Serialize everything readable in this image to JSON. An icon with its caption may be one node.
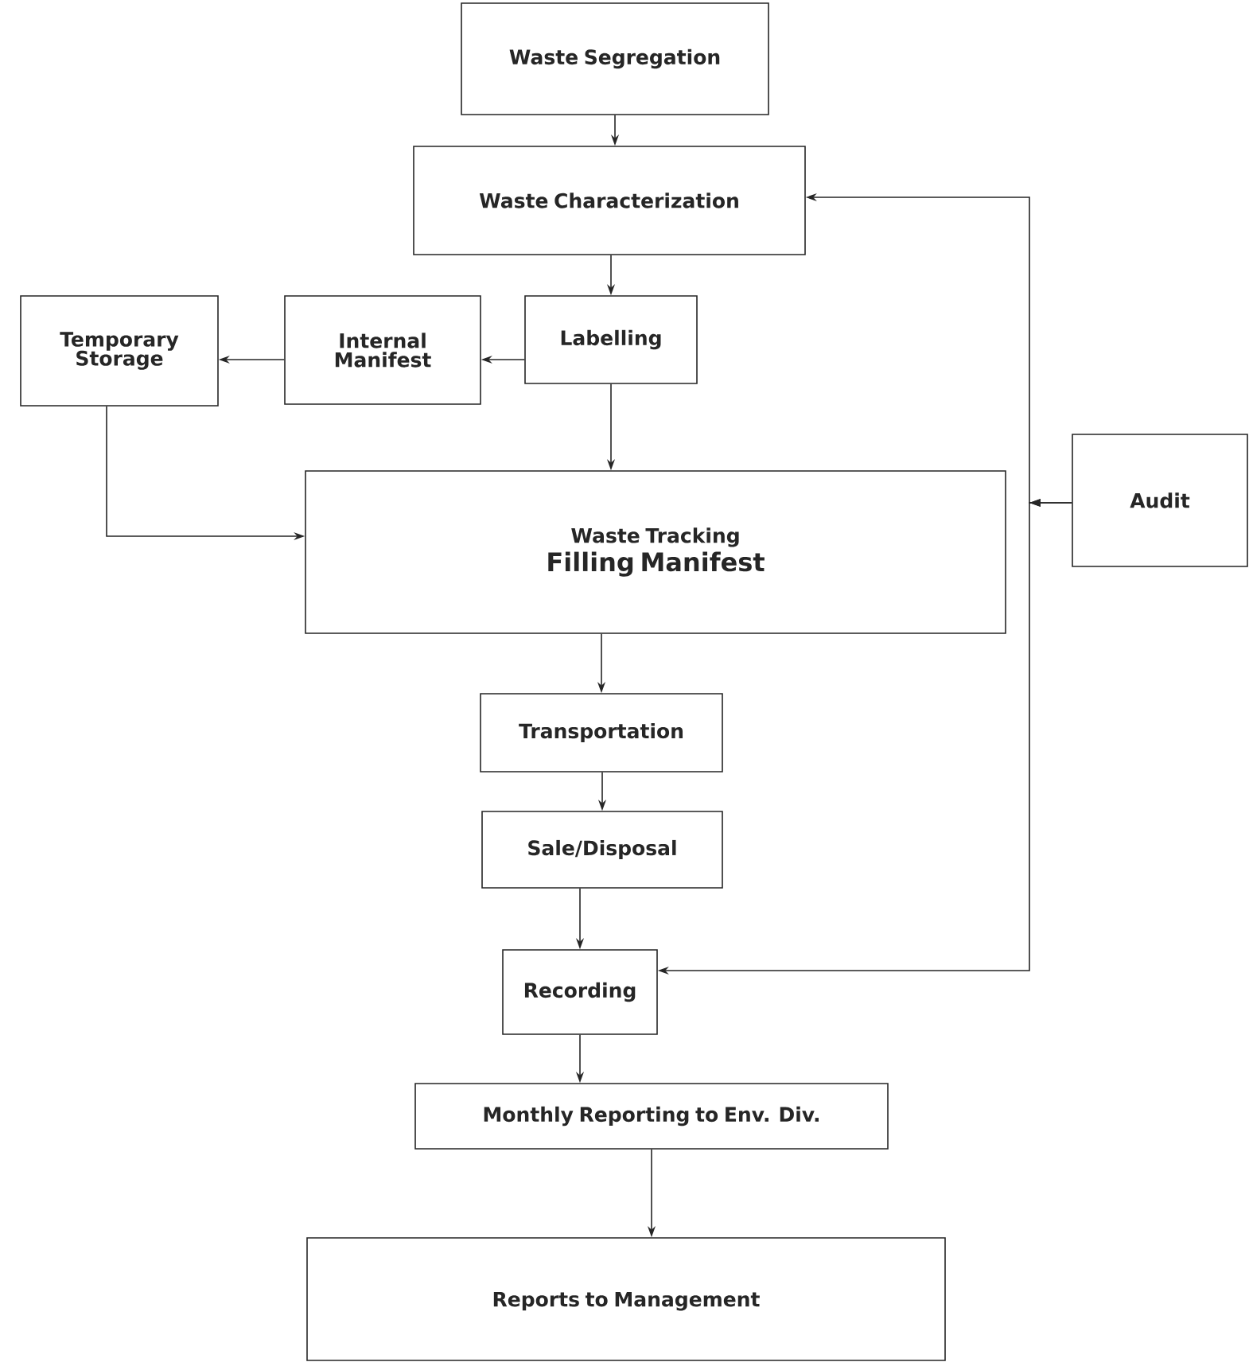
{
  "diagram": {
    "nodes": [
      {
        "text": [
          "Waste Segregation"
        ]
      },
      {
        "text": [
          "Waste Characterization"
        ]
      },
      {
        "text": [
          "Labelling"
        ]
      },
      {
        "text": [
          "Internal Manifest"
        ]
      },
      {
        "text": [
          "Temporary Storage"
        ]
      },
      {
        "text": [
          "Waste Tracking",
          "Filling Manifest"
        ]
      },
      {
        "text": [
          "Audit"
        ]
      },
      {
        "text": [
          "Transportation"
        ]
      },
      {
        "text": [
          "Sale/Disposal"
        ]
      },
      {
        "text": [
          "Recording"
        ]
      },
      {
        "text": [
          "Monthly Reporting to Env. Div."
        ]
      },
      {
        "text": [
          "Reports to Management"
        ]
      }
    ],
    "edges": [
      {
        "from": 0,
        "to": 1,
        "arrow": "to"
      },
      {
        "from": 1,
        "to": 2,
        "arrow": "to"
      },
      {
        "from": 2,
        "to": 3,
        "arrow": "to"
      },
      {
        "from": 3,
        "to": 4,
        "arrow": "to"
      },
      {
        "from": 2,
        "to": 5,
        "arrow": "to"
      },
      {
        "from": 4,
        "to": 5,
        "arrow": "to"
      },
      {
        "from": 5,
        "to": 7,
        "arrow": "to"
      },
      {
        "from": 7,
        "to": 8,
        "arrow": "to"
      },
      {
        "from": 8,
        "to": 9,
        "arrow": "to"
      },
      {
        "from": 9,
        "to": 10,
        "arrow": "to"
      },
      {
        "from": 10,
        "to": 11,
        "arrow": "to"
      },
      {
        "from": 6,
        "to": 1,
        "arrow": "to"
      },
      {
        "from": 6,
        "to": 9,
        "arrow": "to"
      }
    ]
  }
}
